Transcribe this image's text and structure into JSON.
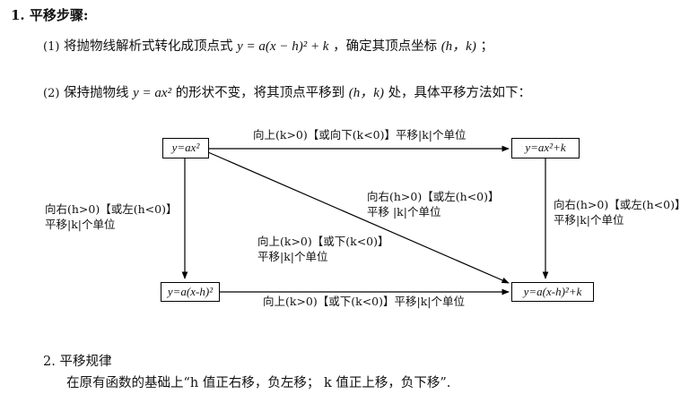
{
  "heading": "1. 平移步骤:",
  "step1": {
    "num": "(1)",
    "text_a": "将抛物线解析式转化成顶点式",
    "formula": "y = a(x − h)² + k",
    "text_b": "，确定其顶点坐标",
    "vertex": "(h，k)",
    "text_c": "；"
  },
  "step2": {
    "num": "(2)",
    "text_a": "保持抛物线",
    "formula": "y = ax²",
    "text_b": "的形状不变，将其顶点平移到",
    "vertex": "(h，k)",
    "text_c": "处，具体平移方法如下："
  },
  "diagram": {
    "box_tl": "y=ax²",
    "box_tr": "y=ax²+k",
    "box_bl": "y=a(x-h)²",
    "box_br": "y=a(x-h)²+k",
    "top_label": "向上(k>0)【或向下(k<0)】平移|k|个单位",
    "bottom_label": "向上(k>0)【或下(k<0)】平移|k|个单位",
    "left_label_1": "向右(h>0)【或左(h<0)】",
    "left_label_2": "平移|k|个单位",
    "right_label_1": "向右(h>0)【或左(h<0)】",
    "right_label_2": "平移|k|个单位",
    "diag_label_a1": "向右(h>0)【或左(h<0)】",
    "diag_label_a2": "平移 |k|个单位",
    "diag_label_b1": "向上(k>0)【或下(k<0)】",
    "diag_label_b2": "平移|k|个单位"
  },
  "rule": {
    "title": "2. 平移规律",
    "text": "在原有函数的基础上“h 值正右移，负左移； k 值正上移，负下移”."
  }
}
